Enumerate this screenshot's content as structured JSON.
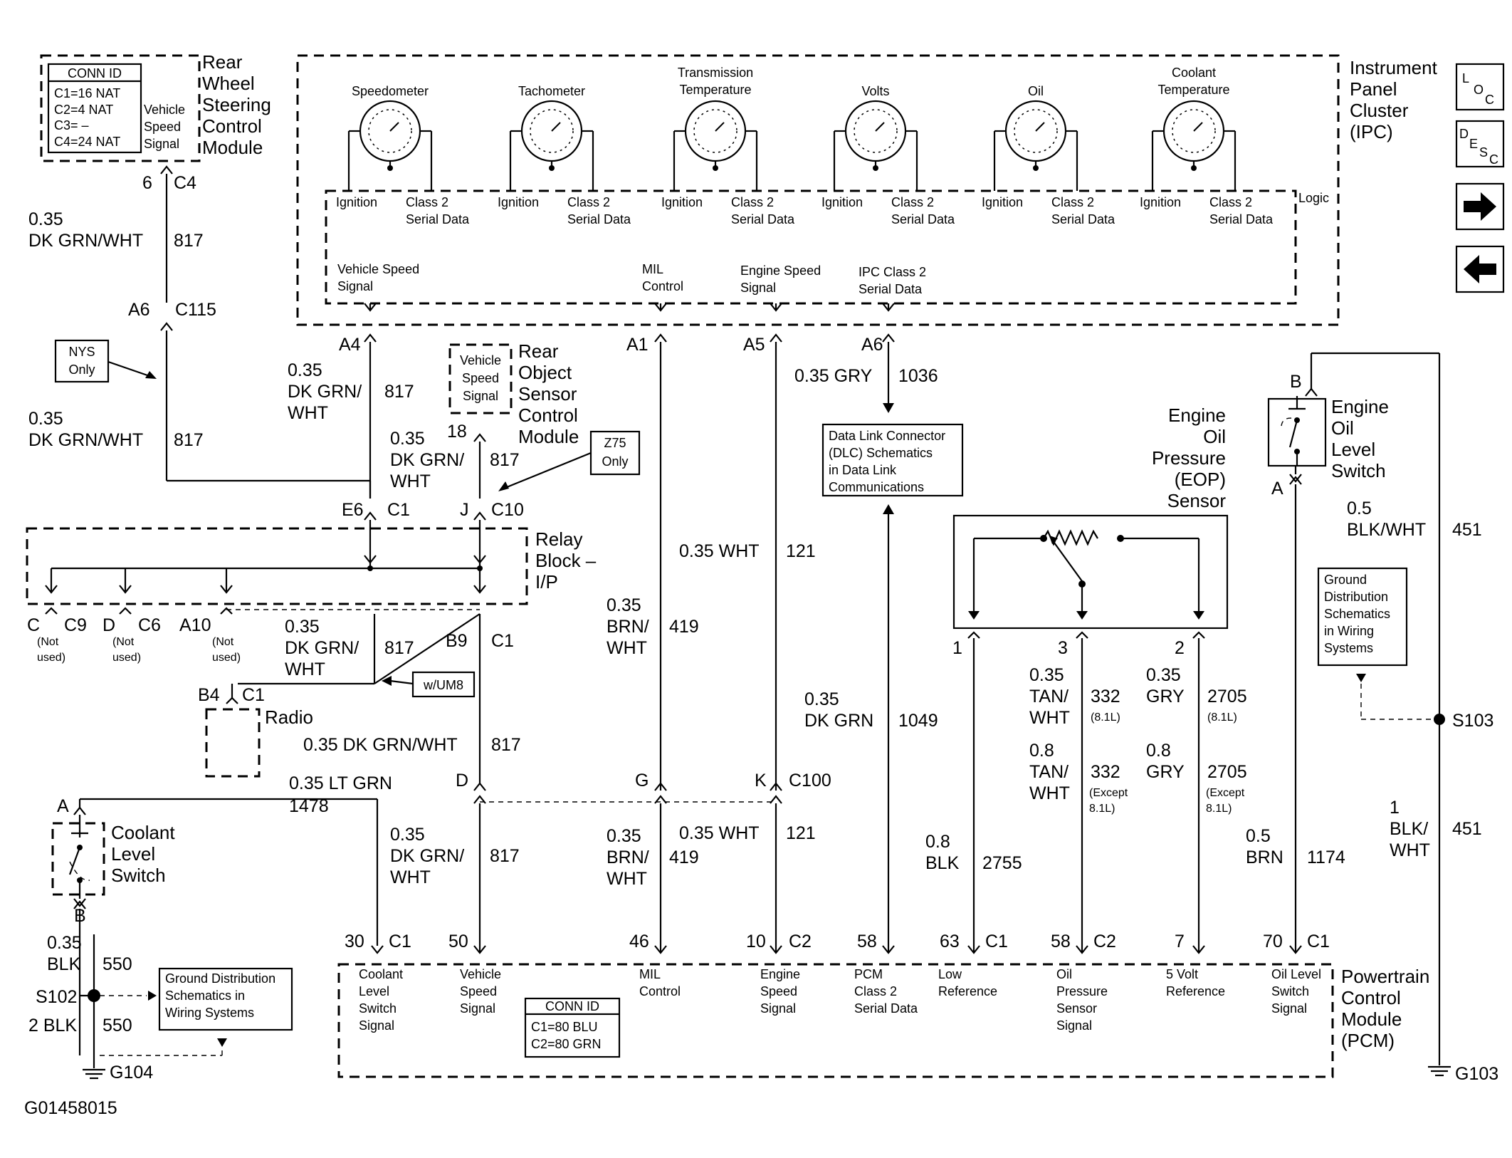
{
  "rwsm": {
    "conn_title": "CONN ID",
    "conn": [
      "C1=16 NAT",
      "C2=4 NAT",
      "C3=  –",
      "C4=24 NAT"
    ],
    "sig": [
      "Vehicle",
      "Speed",
      "Signal"
    ],
    "name": [
      "Rear",
      "Wheel",
      "Steering",
      "Control",
      "Module"
    ]
  },
  "ipc": {
    "name": [
      "Instrument",
      "Panel",
      "Cluster",
      "(IPC)"
    ],
    "gauges": [
      {
        "t": [
          "Speedometer"
        ]
      },
      {
        "t": [
          "Tachometer"
        ]
      },
      {
        "t": [
          "Transmission",
          "Temperature"
        ]
      },
      {
        "t": [
          "Volts"
        ]
      },
      {
        "t": [
          "Oil"
        ]
      },
      {
        "t": [
          "Coolant",
          "Temperature"
        ]
      }
    ],
    "ign": "Ignition",
    "c2": [
      "Class 2",
      "Serial Data"
    ],
    "logic": "Logic",
    "sigs": [
      [
        "Vehicle Speed",
        "Signal"
      ],
      [
        "MIL",
        "Control"
      ],
      [
        "Engine Speed",
        "Signal"
      ],
      [
        "IPC Class 2",
        "Serial Data"
      ]
    ]
  },
  "nav": {
    "loc": [
      "L",
      "O",
      "C"
    ],
    "desc": [
      "D",
      "E",
      "S",
      "C"
    ],
    "fwd": "➔",
    "back": "🡐"
  },
  "l1": {
    "pin_top": "6",
    "conn_top": "C4",
    "gauge": "0.35",
    "color": "DK GRN/WHT",
    "ckt": "817",
    "pin_mid": "A6",
    "conn_mid": "C115",
    "gauge2": "0.35",
    "color2": "DK GRN/WHT",
    "ckt2": "817"
  },
  "nys": [
    "NYS",
    "Only"
  ],
  "l2": {
    "pin": "A4",
    "gauge": "0.35",
    "color": [
      "DK GRN/",
      "WHT"
    ],
    "ckt": "817"
  },
  "ros": {
    "sig": [
      "Vehicle",
      "Speed",
      "Signal"
    ],
    "name": [
      "Rear",
      "Object",
      "Sensor",
      "Control",
      "Module"
    ],
    "pin": "18",
    "gauge": "0.35",
    "color": [
      "DK GRN/",
      "WHT"
    ],
    "ckt": "817"
  },
  "z75": [
    "Z75",
    "Only"
  ],
  "relay": {
    "name": [
      "Relay",
      "Block –",
      "I/P"
    ],
    "e6": "E6",
    "c1": "C1",
    "j": "J",
    "c10": "C10",
    "c": "C",
    "c9": "C9",
    "d": "D",
    "c6": "C6",
    "a10": "A10",
    "nu": [
      "(Not",
      "used)"
    ],
    "b9": "B9",
    "c1b": "C1"
  },
  "l3": {
    "gauge": "0.35",
    "color": [
      "DK GRN/",
      "WHT"
    ],
    "ckt": "817"
  },
  "wum8": "w/UM8",
  "radio": {
    "pin": "B4",
    "conn": "C1",
    "name": "Radio"
  },
  "l4": {
    "text": "0.35 DK GRN/WHT",
    "ckt": "817",
    "d": "D",
    "gauge": "0.35",
    "color": [
      "DK GRN/",
      "WHT"
    ],
    "ckt2": "817",
    "pin": "50"
  },
  "mil": {
    "pin": "A1",
    "gauge": "0.35",
    "color": [
      "BRN/",
      "WHT"
    ],
    "ckt": "419",
    "g": "G",
    "gauge2": "0.35",
    "color2": [
      "BRN/",
      "WHT"
    ],
    "ckt2": "419",
    "pin2": "46"
  },
  "esp": {
    "pin": "A5",
    "label": "0.35 WHT",
    "ckt": "121",
    "k": "K",
    "c100": "C100",
    "label2": "0.35 WHT",
    "ckt2": "121",
    "pin2": "10",
    "c2": "C2"
  },
  "ser": {
    "pin": "A6",
    "label": "0.35 GRY",
    "ckt": "1036",
    "gauge": "0.35",
    "color": "DK GRN",
    "ckt2": "1049",
    "pin2": "58"
  },
  "dlc": [
    "Data Link Connector",
    "(DLC) Schematics",
    "in Data Link",
    "Communications"
  ],
  "cool": {
    "ltgrn": "0.35 LT GRN",
    "ckt": "1478",
    "a": "A",
    "b": "B",
    "name": [
      "Coolant",
      "Level",
      "Switch"
    ],
    "gauge": "0.35",
    "color": "BLK",
    "ckt2": "550",
    "s102": "S102",
    "gauge2": "2 BLK",
    "ckt3": "550",
    "g104": "G104",
    "pin": "30",
    "conn": "C1"
  },
  "gnd1": [
    "Ground Distribution",
    "Schematics in",
    "Wiring Systems"
  ],
  "eop": {
    "name": [
      "Engine",
      "Oil",
      "Pressure",
      "(EOP)",
      "Sensor"
    ],
    "p1": "1",
    "p3": "3",
    "p2": "2",
    "lo": {
      "gauge": "0.8",
      "color": "BLK",
      "ckt": "2755",
      "pin": "63",
      "conn": "C1"
    },
    "sig": {
      "g1": "0.35",
      "c1": [
        "TAN/",
        "WHT"
      ],
      "k1": "332",
      "n1": "(8.1L)",
      "g2": "0.8",
      "c2": [
        "TAN/",
        "WHT"
      ],
      "k2": "332",
      "n2": [
        "(Except",
        "8.1L)"
      ],
      "pin": "58",
      "conn": "C2"
    },
    "ref": {
      "g1": "0.35",
      "c1": "GRY",
      "k1": "2705",
      "n1": "(8.1L)",
      "g2": "0.8",
      "c2": "GRY",
      "k2": "2705",
      "n2": [
        "(Except",
        "8.1L)"
      ],
      "pin": "7"
    }
  },
  "eol": {
    "name": [
      "Engine",
      "Oil",
      "Level",
      "Switch"
    ],
    "b": "B",
    "a": "A",
    "gauge": "0.5",
    "color": "BRN",
    "ckt": "1174",
    "pin": "70",
    "conn": "C1"
  },
  "gnd2": {
    "gauge": "0.5",
    "color": "BLK/WHT",
    "ckt": "451",
    "box": [
      "Ground",
      "Distribution",
      "Schematics",
      "in Wiring",
      "Systems"
    ],
    "s103": "S103",
    "gauge2": "1",
    "color2": [
      "BLK/",
      "WHT"
    ],
    "ckt2": "451",
    "g103": "G103"
  },
  "pcm": {
    "name": [
      "Powertrain",
      "Control",
      "Module",
      "(PCM)"
    ],
    "conn_title": "CONN ID",
    "conn": [
      "C1=80 BLU",
      "C2=80 GRN"
    ],
    "sigs": [
      [
        "Coolant",
        "Level",
        "Switch",
        "Signal"
      ],
      [
        "Vehicle",
        "Speed",
        "Signal"
      ],
      [
        "MIL",
        "Control"
      ],
      [
        "Engine",
        "Speed",
        "Signal"
      ],
      [
        "PCM",
        "Class 2",
        "Serial Data"
      ],
      [
        "Low",
        "Reference"
      ],
      [
        "Oil",
        "Pressure",
        "Sensor",
        "Signal"
      ],
      [
        "5 Volt",
        "Reference"
      ],
      [
        "Oil Level",
        "Switch",
        "Signal"
      ]
    ]
  },
  "fig": "G01458015"
}
